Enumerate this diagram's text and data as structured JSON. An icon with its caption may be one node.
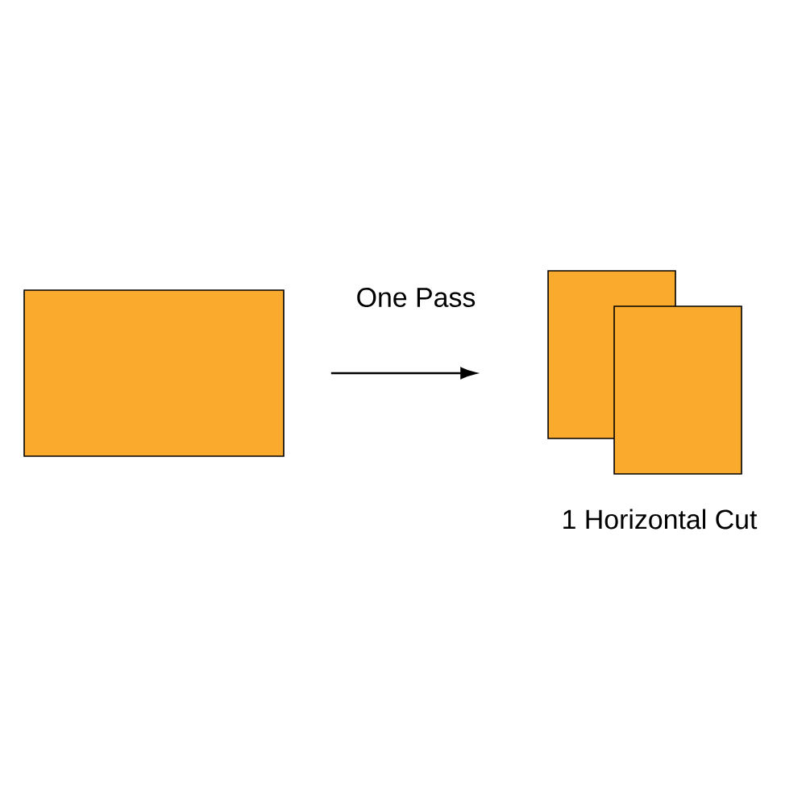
{
  "diagram": {
    "nodes": [
      {
        "text": [],
        "shape": "box"
      },
      {
        "text": [],
        "shape": "box"
      },
      {
        "text": [],
        "shape": "box"
      }
    ],
    "edges": [
      {
        "from": 0,
        "to": 1,
        "label": "One Pass",
        "arrow": "to"
      }
    ],
    "labels": [
      "1 Horizontal Cut"
    ]
  }
}
